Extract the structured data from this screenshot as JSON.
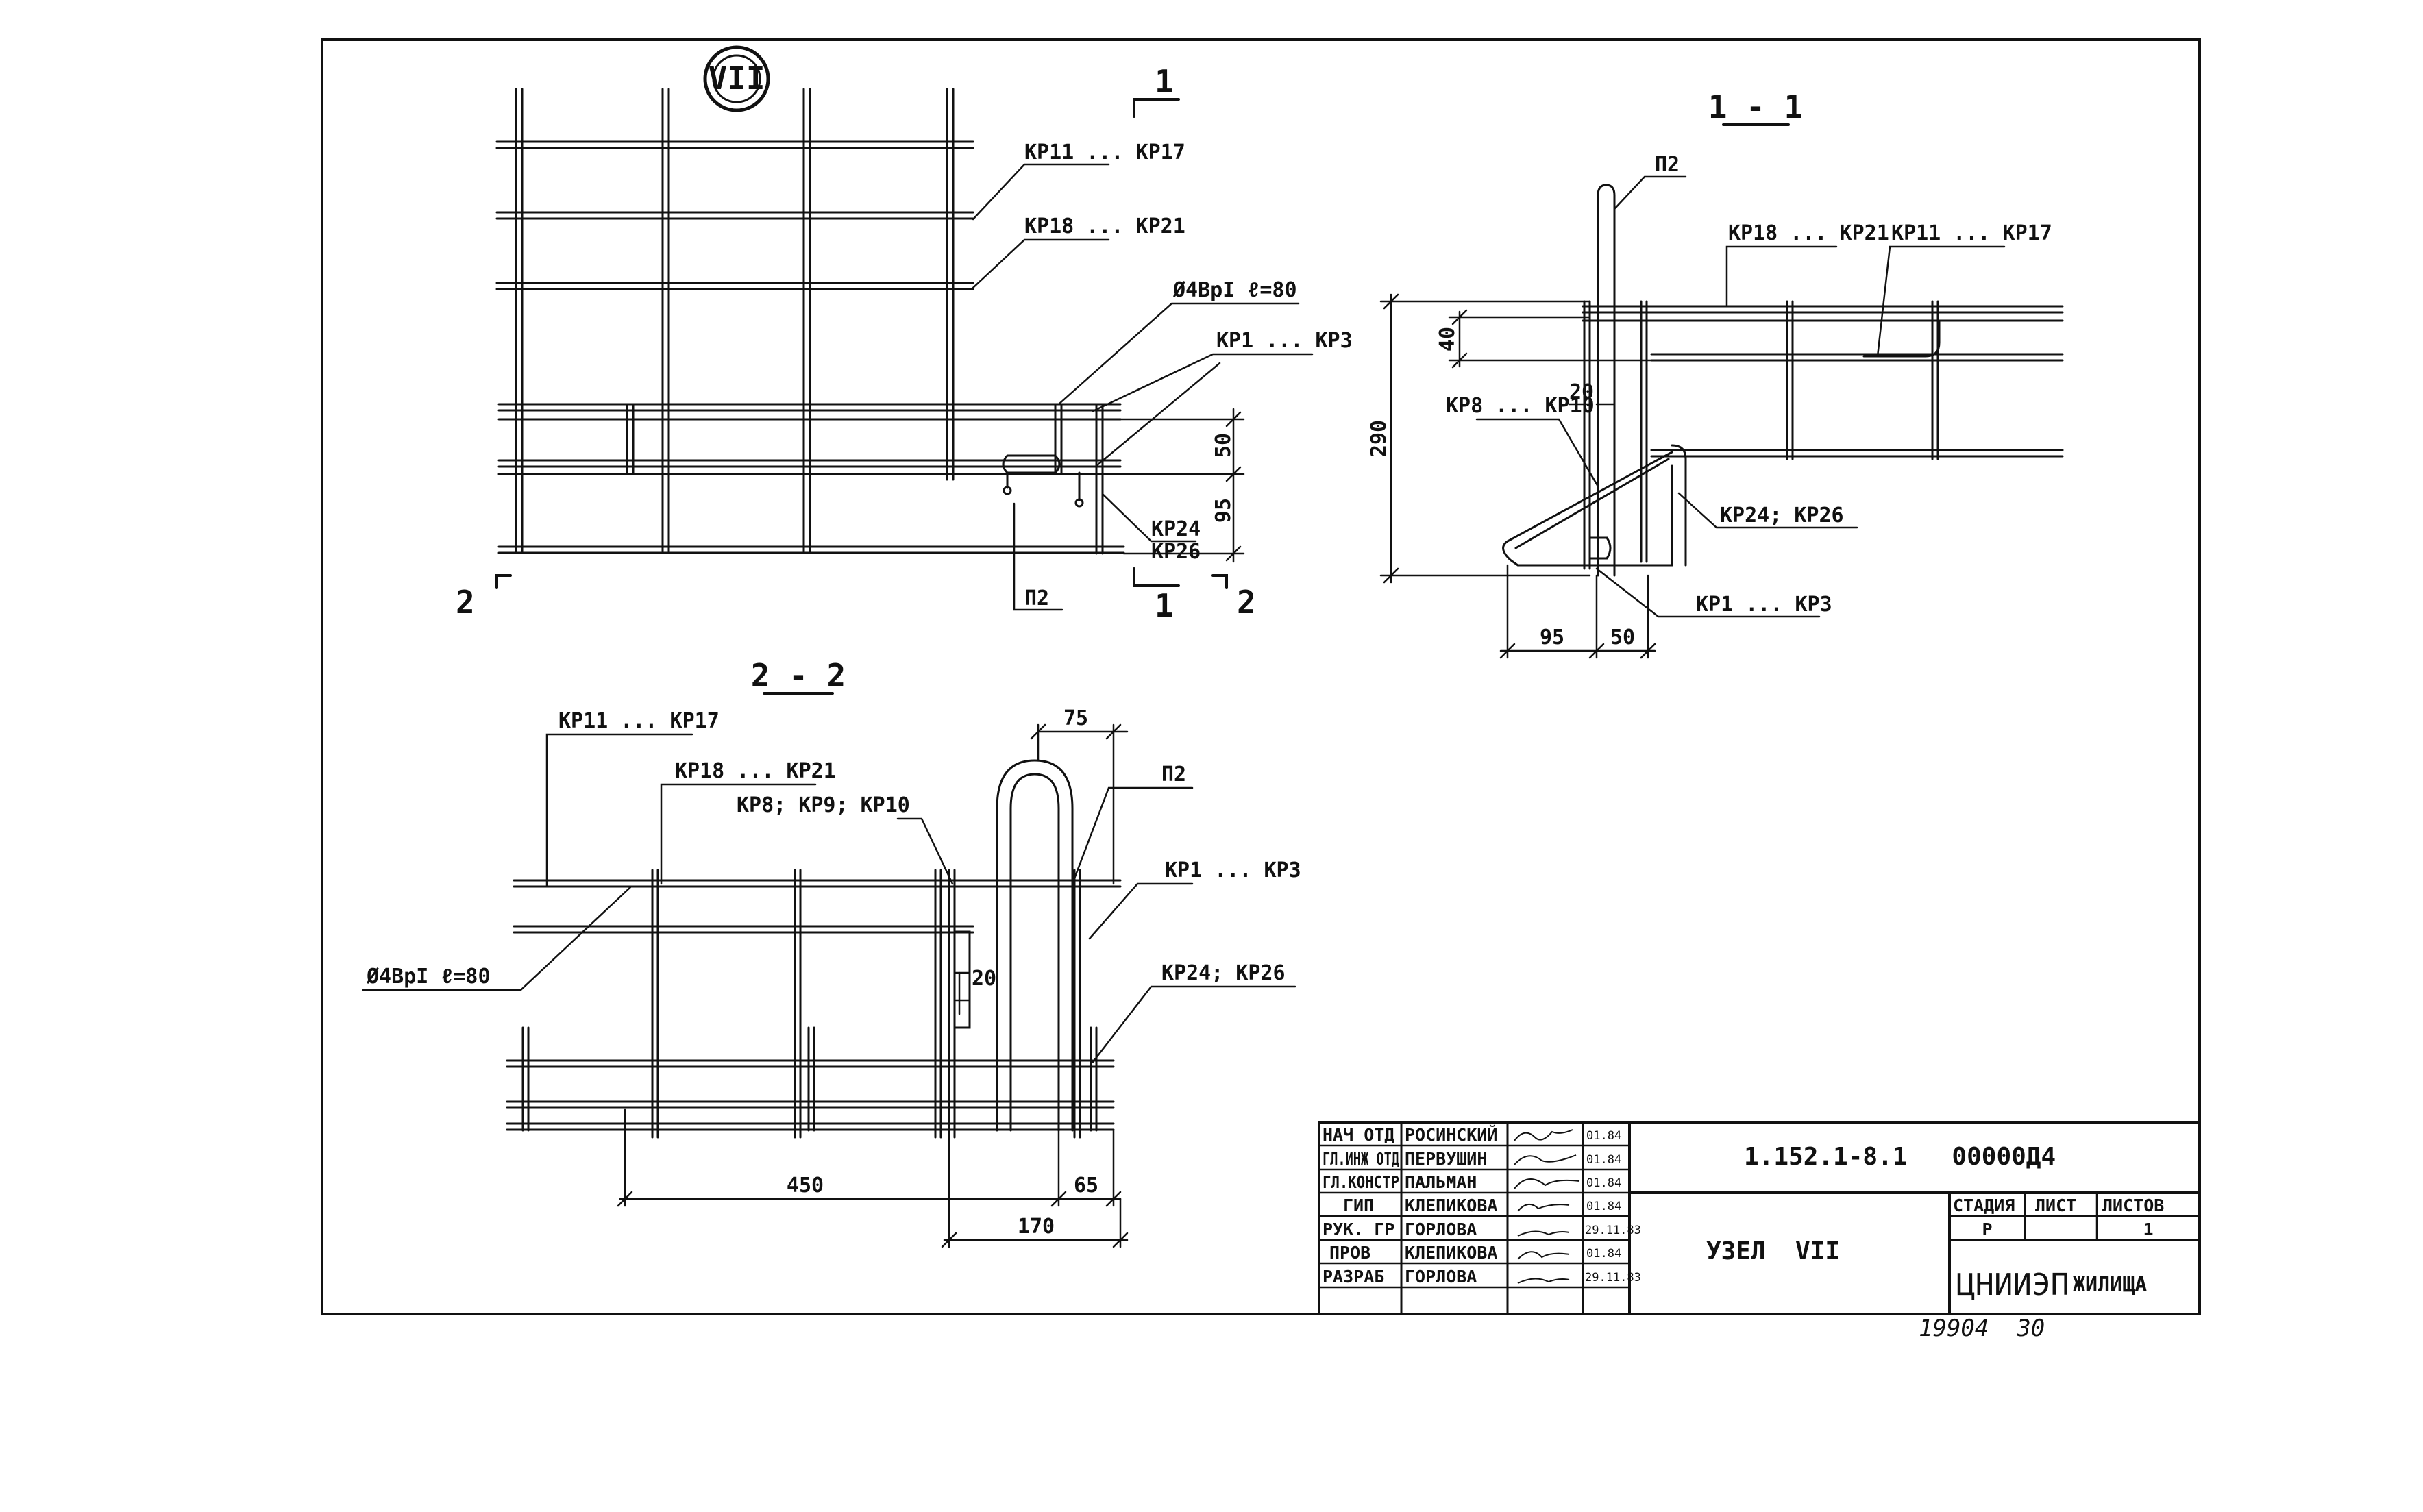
{
  "node_badge": "VII",
  "plan": {
    "labels": [
      "КР11 ... КР17",
      "КР18 ... КР21",
      "Ø4ВрI ℓ=80",
      "КР1 ... КР3",
      "КР24",
      "КР26",
      "П2"
    ],
    "dims": [
      "50",
      "95"
    ],
    "section_marks": [
      "1",
      "1",
      "2",
      "2"
    ]
  },
  "section_11": {
    "title": "1 - 1",
    "labels": [
      "П2",
      "КР18 ... КР21",
      "КР11 ... КР17",
      "КР8 ... КР10",
      "КР24; КР26",
      "КР1 ... КР3"
    ],
    "dims": [
      "290",
      "40",
      "20",
      "95",
      "50"
    ]
  },
  "section_22": {
    "title": "2 - 2",
    "labels": [
      "КР11 ... КР17",
      "КР18 ... КР21",
      "КР8; КР9; КР10",
      "П2",
      "КР1 ... КР3",
      "Ø4ВрI ℓ=80",
      "КР24; КР26"
    ],
    "dims": [
      "75",
      "20",
      "450",
      "65",
      "170"
    ]
  },
  "title_block": {
    "rows": [
      {
        "role": "НАЧ ОТД",
        "name": "РОСИНСКИЙ",
        "date": "01.84"
      },
      {
        "role": "ГЛ.ИНЖ ОТД",
        "name": "ПЕРВУШИН",
        "date": "01.84"
      },
      {
        "role": "ГЛ.КОНСТР",
        "name": "ПАЛЬМАН",
        "date": "01.84"
      },
      {
        "role": "ГИП",
        "name": "КЛЕПИКОВА",
        "date": "01.84"
      },
      {
        "role": "РУК. ГР",
        "name": "ГОРЛОВА",
        "date": "29.11.83"
      },
      {
        "role": "ПРОВ",
        "name": "КЛЕПИКОВА",
        "date": "01.84"
      },
      {
        "role": "РАЗРАБ",
        "name": "ГОРЛОВА",
        "date": "29.11.83"
      }
    ],
    "code": "1.152.1-8.1   00000Д4",
    "node_title": "УЗЕЛ  VII",
    "stage_header": "СТАДИЯ",
    "sheet_header": "ЛИСТ",
    "sheets_header": "ЛИСТОВ",
    "stage": "Р",
    "sheets": "1",
    "org_main": "ЦНИИЭП",
    "org_sub": "ЖИЛИЩА",
    "archive_number": "19904  30"
  }
}
